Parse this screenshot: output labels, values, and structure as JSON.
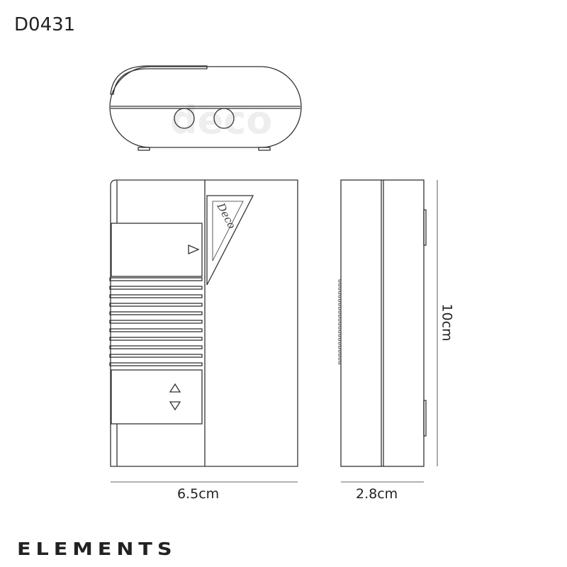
{
  "product_code": "D0431",
  "dimensions": {
    "width": "6.5cm",
    "depth": "2.8cm",
    "height": "10cm"
  },
  "brand": "ELEMENTS",
  "watermark_logo": "deco",
  "device_logo": "Deco",
  "line_color": "#333333",
  "background_color": "#ffffff"
}
